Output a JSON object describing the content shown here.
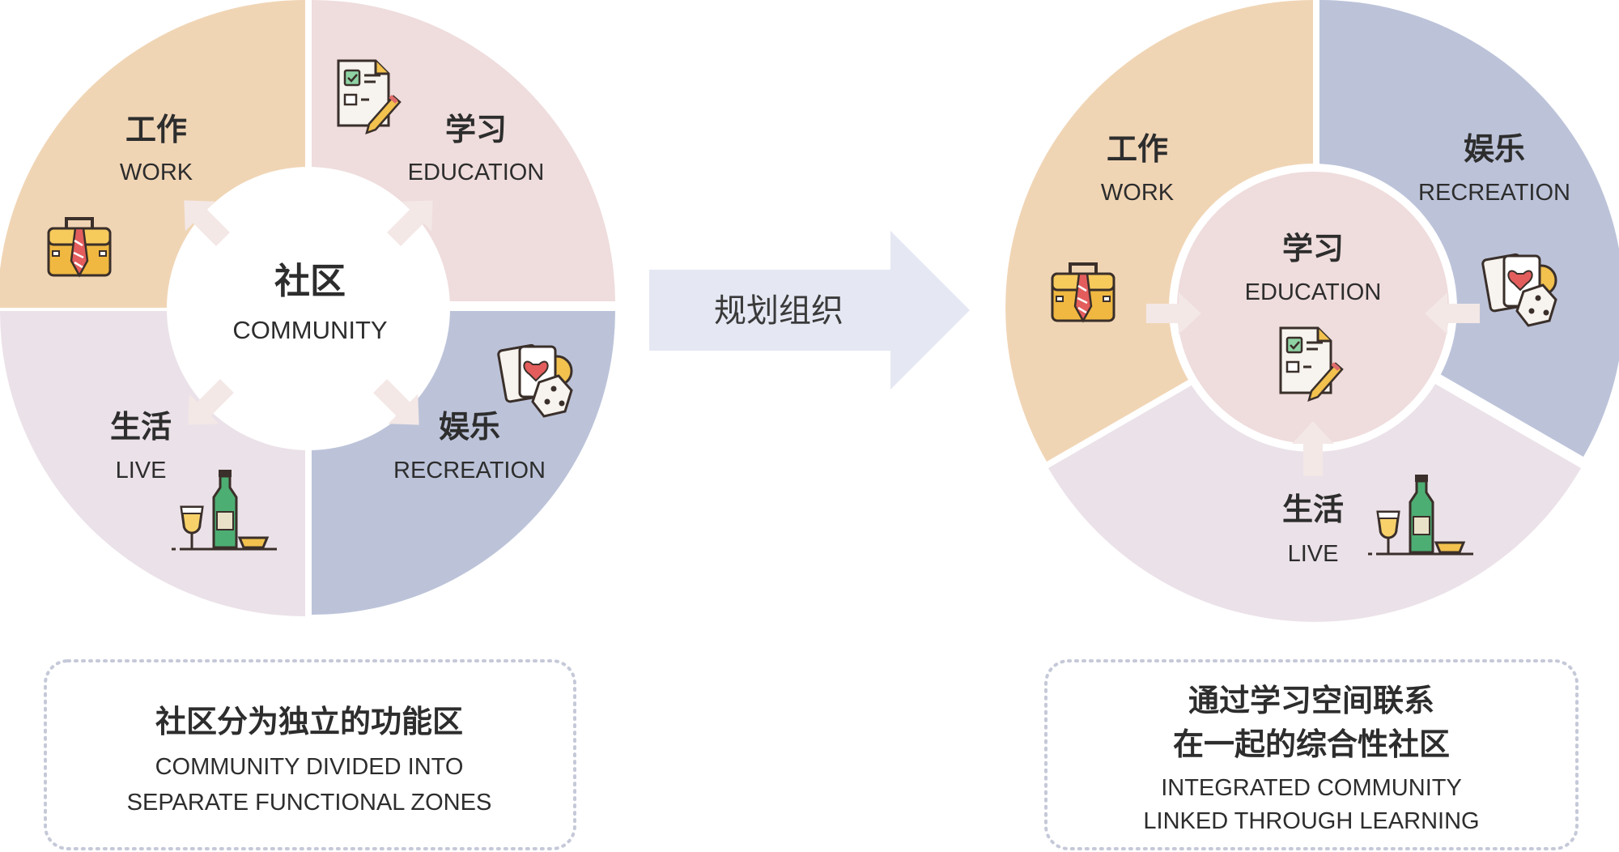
{
  "left": {
    "center": {
      "cn": "社区",
      "en": "COMMUNITY"
    },
    "zones": {
      "work": {
        "cn": "工作",
        "en": "WORK"
      },
      "education": {
        "cn": "学习",
        "en": "EDUCATION"
      },
      "live": {
        "cn": "生活",
        "en": "LIVE"
      },
      "recreation": {
        "cn": "娱乐",
        "en": "RECREATION"
      }
    },
    "caption": {
      "cn": "社区分为独立的功能区",
      "en_line1": "COMMUNITY DIVIDED INTO",
      "en_line2": "SEPARATE FUNCTIONAL ZONES"
    }
  },
  "arrow": {
    "label": "规划组织"
  },
  "right": {
    "center": {
      "cn": "学习",
      "en": "EDUCATION"
    },
    "zones": {
      "work": {
        "cn": "工作",
        "en": "WORK"
      },
      "recreation": {
        "cn": "娱乐",
        "en": "RECREATION"
      },
      "live": {
        "cn": "生活",
        "en": "LIVE"
      }
    },
    "caption": {
      "cn_line1": "通过学习空间联系",
      "cn_line2": "在一起的综合性社区",
      "en_line1": "INTEGRATED COMMUNITY",
      "en_line2": "LINKED THROUGH LEARNING"
    }
  },
  "colors": {
    "work": "#f0d5b5",
    "education": "#efdcdc",
    "live": "#ebe1e8",
    "recreation": "#bcc3d9",
    "arrow": "#e5e8f3",
    "caption_border": "#c5c9d8"
  },
  "icons": [
    "briefcase-icon",
    "document-checklist-icon",
    "drinks-icon",
    "cards-dice-icon"
  ]
}
